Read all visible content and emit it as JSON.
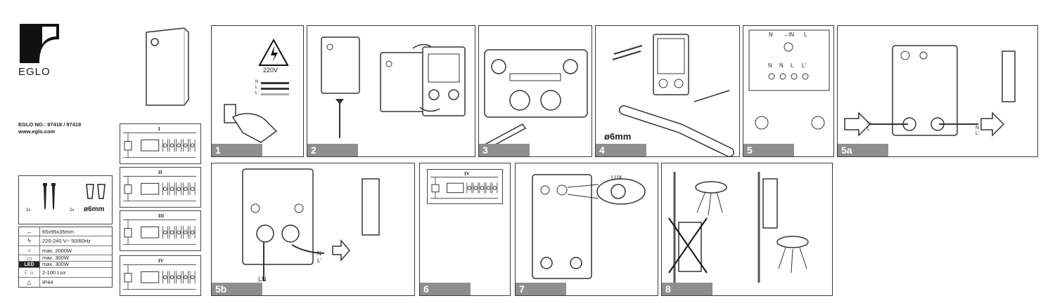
{
  "brand": {
    "name": "EGLO",
    "model_label": "EGLO NO.: 97418 / 97419",
    "website": "www.eglo.com"
  },
  "hardware": {
    "screw_qty": "2x",
    "plug_qty": "2x",
    "plug_size": "ø6mm"
  },
  "specs": [
    {
      "icon": "dimensions-icon",
      "value": "65x95x35mm"
    },
    {
      "icon": "voltage-icon",
      "value": "220-240 V~ 50/60Hz"
    },
    {
      "icon": "bulb-icon",
      "value": "max. 2000W"
    },
    {
      "icon": "tube-icon",
      "value": "max. 300W"
    },
    {
      "icon": "led-icon",
      "label": "LED",
      "value": "max. 300W"
    },
    {
      "icon": "day-night-icon",
      "value": "2-100 Lux"
    },
    {
      "icon": "ip-icon",
      "value": "IP44"
    }
  ],
  "wiring_diagrams": [
    {
      "label": "I"
    },
    {
      "label": "II"
    },
    {
      "label": "III"
    },
    {
      "label": "IV"
    }
  ],
  "steps": [
    {
      "number": "1",
      "voltage": "220V",
      "wires": [
        "N",
        "L",
        "L'"
      ]
    },
    {
      "number": "2"
    },
    {
      "number": "3"
    },
    {
      "number": "4",
      "drill": "ø6mm"
    },
    {
      "number": "5",
      "terminals_top": [
        "N",
        "→IN",
        "L"
      ],
      "terminals_bottom": [
        "N",
        "N",
        "L",
        "L'"
      ]
    },
    {
      "number": "5a",
      "wire_in": [
        "N",
        "L"
      ],
      "wire_out": [
        "N",
        "L'"
      ]
    },
    {
      "number": "5b",
      "wire_in": "LN",
      "wire_out": [
        "N",
        "L'"
      ]
    },
    {
      "number": "6",
      "diagram": "IV"
    },
    {
      "number": "7",
      "knob": "LUX"
    },
    {
      "number": "8"
    }
  ]
}
